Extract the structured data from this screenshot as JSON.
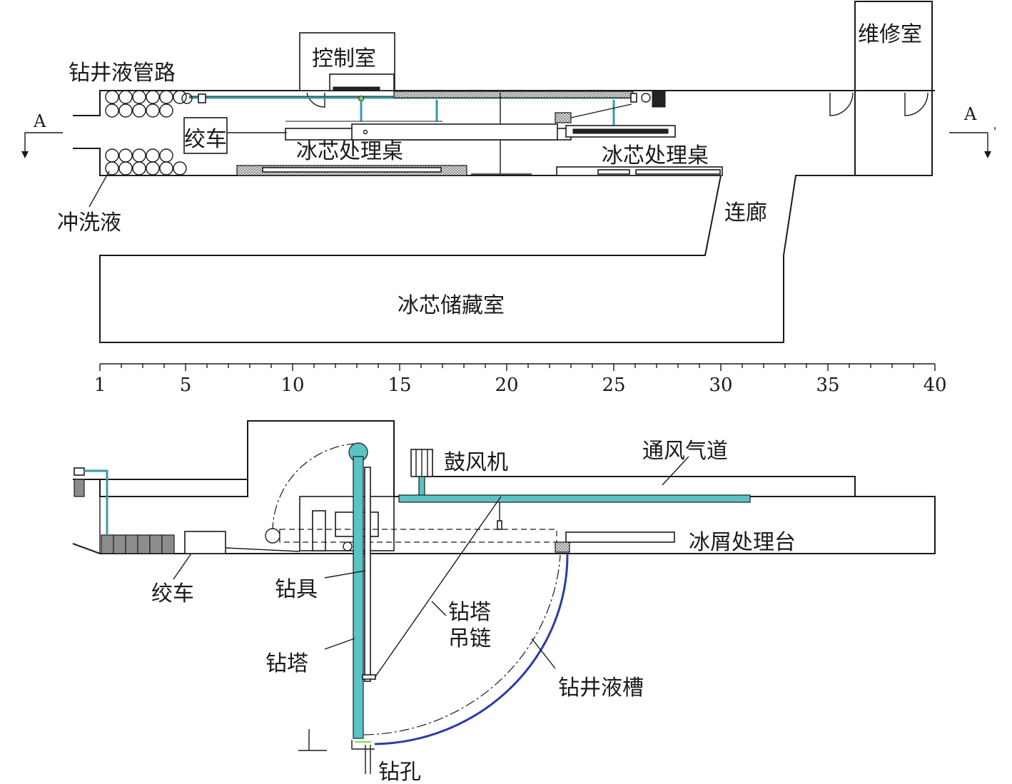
{
  "plan": {
    "labels": {
      "fluid_pipeline": "钻井液管路",
      "wash_fluid": "冲洗液",
      "control_room": "控制室",
      "winch": "绞车",
      "core_table_1": "冰芯处理桌",
      "core_table_2": "冰芯处理桌",
      "repair_room": "维修室",
      "corridor": "连廊",
      "core_storage": "冰芯储藏室",
      "section_mark_left": "A",
      "section_mark_right": "A"
    }
  },
  "scale": {
    "min": 1,
    "max": 40,
    "tick_labels": [
      "1",
      "5",
      "10",
      "15",
      "20",
      "25",
      "30",
      "35",
      "40"
    ]
  },
  "section": {
    "labels": {
      "blower": "鼓风机",
      "air_duct": "通风气道",
      "chip_table": "冰屑处理台",
      "winch": "绞车",
      "drill_tool": "钻具",
      "drill_tower": "钻塔",
      "tower_chain_1": "钻塔",
      "tower_chain_2": "吊链",
      "fluid_trough": "钻井液槽",
      "borehole": "钻孔"
    }
  },
  "colors": {
    "tower": "#5bc3c3",
    "pipe": "#3a9aa8",
    "trough": "#2b3aa8"
  }
}
